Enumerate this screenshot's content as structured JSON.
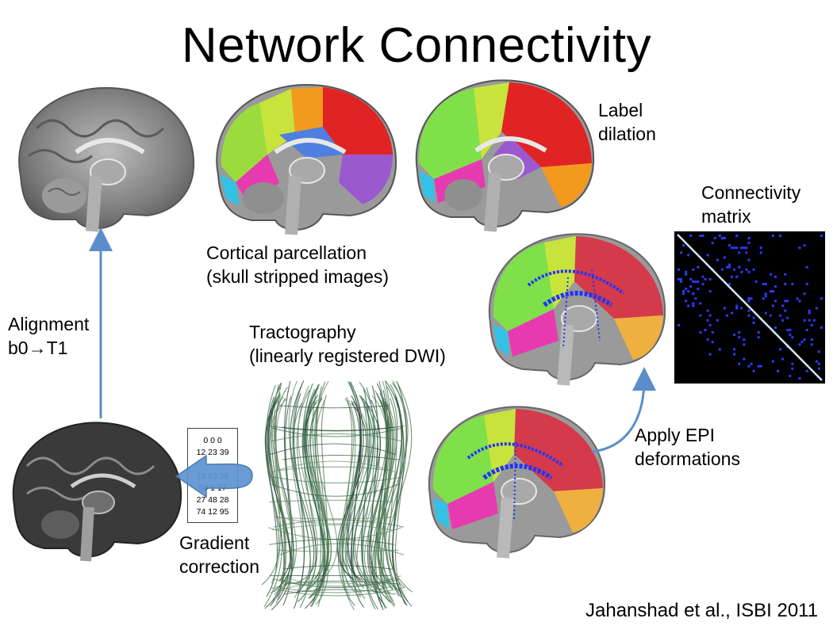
{
  "title": "Network Connectivity",
  "labels": {
    "label_dilation": [
      "Label",
      "dilation"
    ],
    "connectivity_matrix": [
      "Connectivity",
      "matrix"
    ],
    "cortical_parcellation": [
      "Cortical parcellation",
      "(skull stripped images)"
    ],
    "alignment": [
      "Alignment",
      "b0→T1"
    ],
    "tractography": [
      "Tractography",
      "(linearly registered DWI)"
    ],
    "apply_epi": [
      "Apply EPI",
      "deformations"
    ],
    "gradient_correction": [
      "Gradient",
      "correction"
    ]
  },
  "gradient_table_rows": [
    "0 0 0",
    "12 23 39",
    "",
    "78 83 56",
    "50 1 17",
    "27 48 28",
    "74 12 95"
  ],
  "citation": "Jahanshad et al., ISBI 2011",
  "colors": {
    "arrow": "#5b8ec9",
    "matrix_bg": "#000000",
    "matrix_dots": "#2a3bff",
    "diagonal": "#cfe6ff"
  }
}
